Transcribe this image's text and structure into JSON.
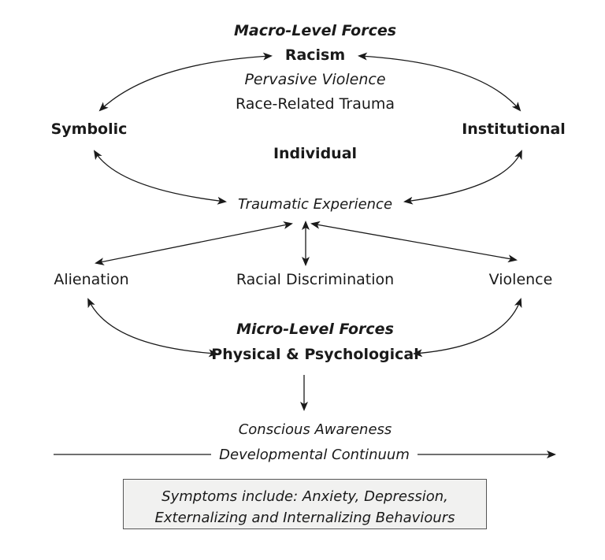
{
  "macro": {
    "title": "Macro-Level Forces",
    "racism": "Racism",
    "pervasive_violence": "Pervasive Violence",
    "race_related_trauma": "Race-Related Trauma"
  },
  "symbolic": "Symbolic",
  "institutional": "Institutional",
  "individual": "Individual",
  "traumatic_experience": "Traumatic Experience",
  "alienation": "Alienation",
  "racial_discrimination": "Racial Discrimination",
  "violence": "Violence",
  "micro": {
    "title": "Micro-Level Forces",
    "physical_psychological": "Physical & Psychological"
  },
  "conscious_awareness": "Conscious Awareness",
  "developmental_continuum": "Developmental Continuum",
  "symptoms": {
    "line1": "Symptoms include: Anxiety, Depression,",
    "line2": "Externalizing and Internalizing Behaviours"
  },
  "colors": {
    "ink": "#1a1a1a",
    "box_fill": "#f1f1f0",
    "box_border": "#555555"
  }
}
